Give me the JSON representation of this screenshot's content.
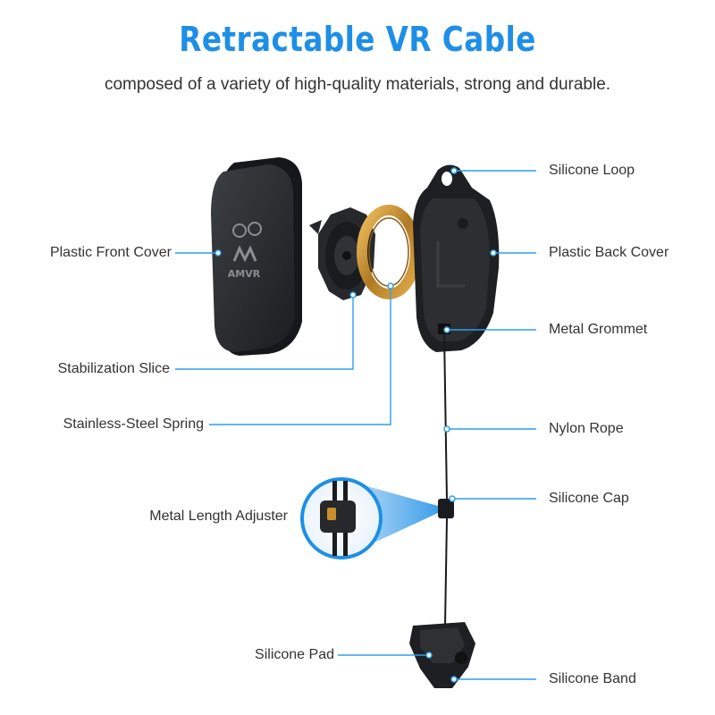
{
  "title": "Retractable VR Cable",
  "subtitle": "composed of a variety of high-quality materials, strong and durable.",
  "colors": {
    "accent": "#1e8fe6",
    "leader": "#2f9ee9",
    "part": "#2b2d30",
    "spring": "#c98f2a"
  },
  "logo_text": "AMVR",
  "labels": {
    "plastic_front_cover": "Plastic Front Cover",
    "stabilization_slice": "Stabilization Slice",
    "stainless_steel_spring": "Stainless-Steel Spring",
    "metal_length_adjuster": "Metal Length Adjuster",
    "silicone_pad": "Silicone Pad",
    "silicone_loop": "Silicone Loop",
    "plastic_back_cover": "Plastic Back Cover",
    "metal_grommet": "Metal Grommet",
    "nylon_rope": "Nylon Rope",
    "silicone_cap": "Silicone Cap",
    "silicone_band": "Silicone Band"
  }
}
